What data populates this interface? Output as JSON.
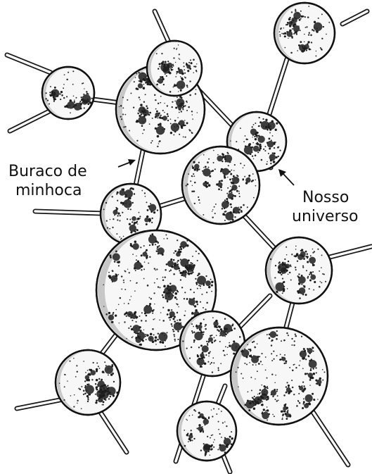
{
  "labels": {
    "wormhole_line1": "Buraco de",
    "wormhole_line2": "minhoca",
    "universe_line1": "Nosso",
    "universe_line2": "universo"
  },
  "colors": {
    "ink": "#111111",
    "bubble_fill": "#f7f7f7",
    "bubble_shadow": "#c7c7c7",
    "background": "#ffffff"
  }
}
